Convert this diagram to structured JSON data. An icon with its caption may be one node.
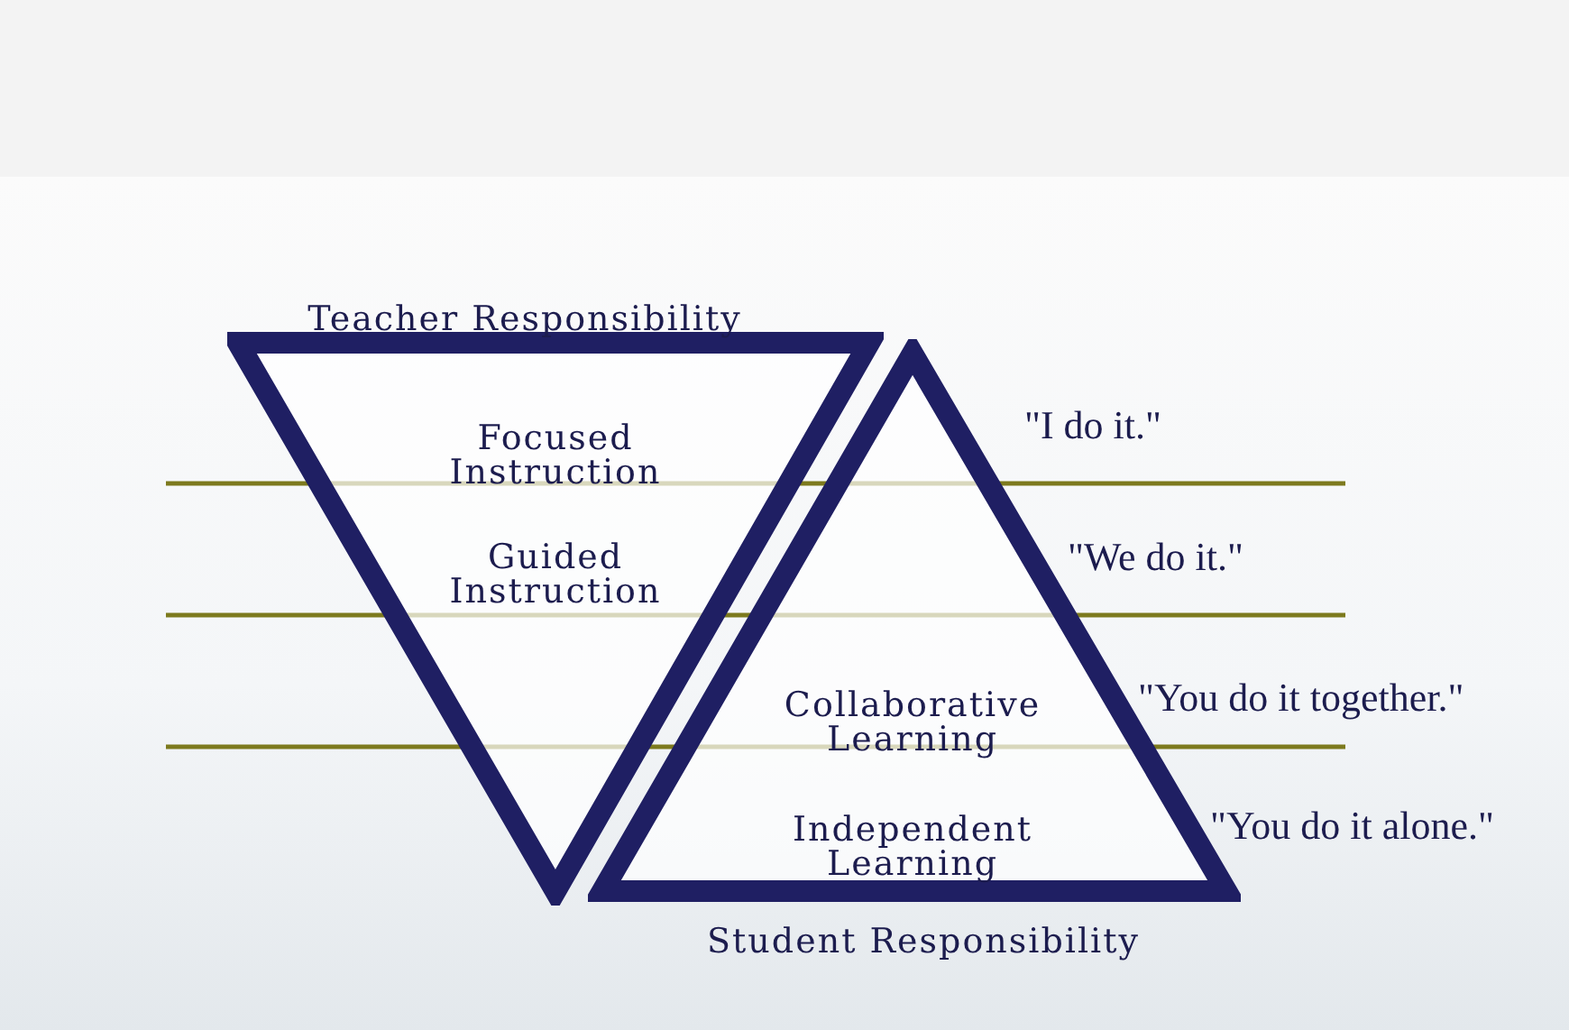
{
  "diagram": {
    "nodes": [
      {
        "text": [
          "Teacher Responsibility",
          "Focused Instruction",
          "Guided Instruction"
        ]
      },
      {
        "text": [
          "Collaborative Learning",
          "Independent Learning",
          "Student Responsibility"
        ]
      }
    ],
    "labels": [
      "\"I do it.\"",
      "\"We do it.\"",
      "\"You do it together.\"",
      "\"You do it alone.\""
    ]
  }
}
